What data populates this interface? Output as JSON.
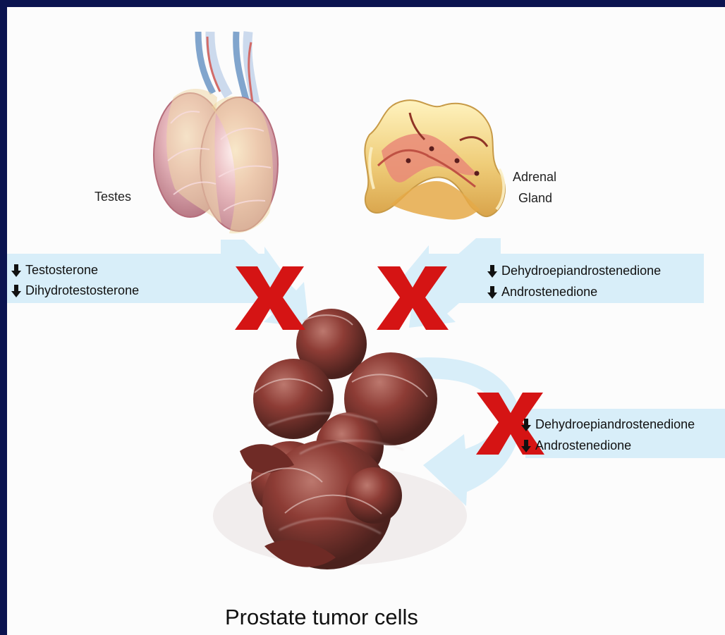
{
  "labels": {
    "testes": "Testes",
    "adrenal_line1": "Adrenal",
    "adrenal_line2": "Gland",
    "caption": "Prostate tumor cells"
  },
  "left_box": {
    "items": [
      "Testosterone",
      "Dihydrotestosterone"
    ]
  },
  "right_box": {
    "items": [
      "Dehydroepiandrostenedione",
      "Androstenedione"
    ]
  },
  "lower_box": {
    "items": [
      "Dehydroepiandrostenedione",
      "Androstenedione"
    ]
  },
  "colors": {
    "background": "#0b1450",
    "panel": "#fcfcfc",
    "arrow_fill": "#d8eef9",
    "block_red": "#d51414",
    "tumor": "#8f3d37"
  },
  "icons": {
    "decrease_marker": "down-arrow-icon",
    "blocked_pathway": "red-x-icon"
  }
}
